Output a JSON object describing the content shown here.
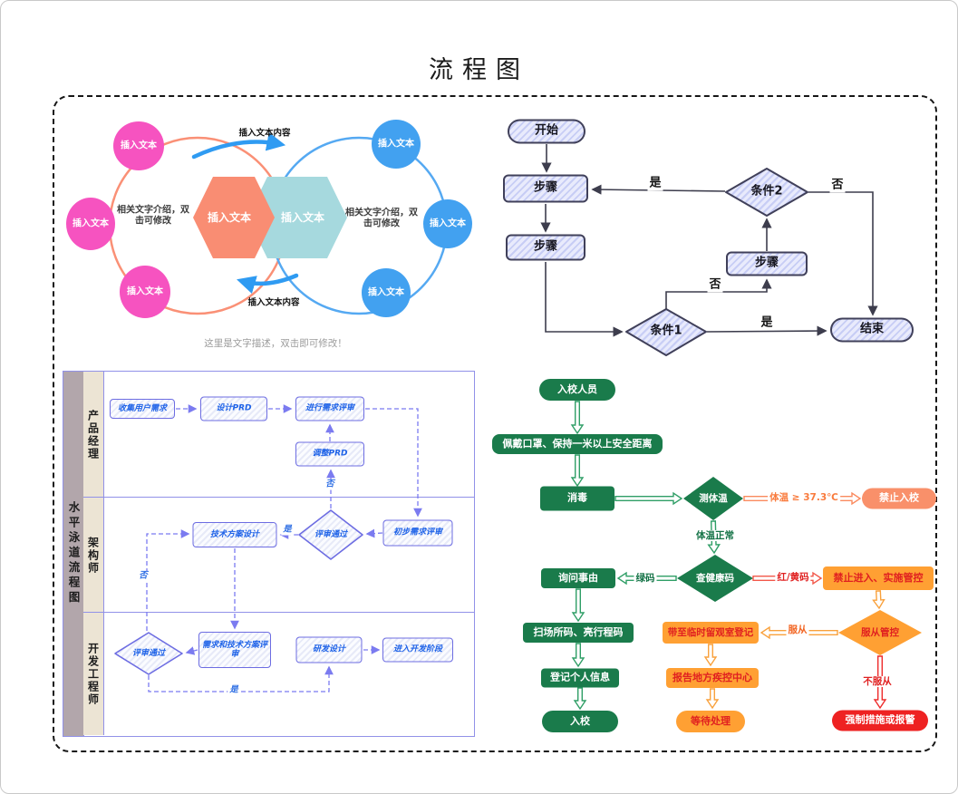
{
  "page": {
    "title": "流程图"
  },
  "venn": {
    "left_circles": [
      "插入文本",
      "插入文本",
      "插入文本"
    ],
    "right_circles": [
      "插入文本",
      "插入文本",
      "插入文本"
    ],
    "hex_left": "插入文本",
    "hex_right": "插入文本",
    "left_desc": "相关文字介绍，双击可修改",
    "right_desc": "相关文字介绍，双击可修改",
    "top_arrow_label": "插入文本内容",
    "bottom_arrow_label": "插入文本内容",
    "caption": "这里是文字描述，双击即可修改！",
    "colors": {
      "pink": "#f653c0",
      "salmon": "#f98d73",
      "teal": "#a6d9de",
      "blue": "#42a1f0"
    }
  },
  "purple_flow": {
    "start": "开始",
    "step1": "步骤",
    "step2": "步骤",
    "step3": "步骤",
    "cond1": "条件1",
    "cond2": "条件2",
    "end": "结束",
    "yes": "是",
    "no": "否",
    "colors": {
      "fill": "#d5daf8",
      "border": "#40405a"
    }
  },
  "swimlane": {
    "title": "水平泳道流程图",
    "lanes": [
      "产品经理",
      "架构师",
      "开发工程师"
    ],
    "nodes": {
      "collect": "收集用户需求",
      "design_prd": "设计PRD",
      "req_review": "进行需求评审",
      "adjust_prd": "调整PRD",
      "tech_design": "技术方案设计",
      "review_pass2": "评审通过",
      "initial_review": "初步需求评审",
      "req_tech_review": "需求和技术方案评审",
      "review_pass3": "评审通过",
      "rd_design": "研发设计",
      "enter_dev": "进入开发阶段"
    },
    "yes": "是",
    "no": "否",
    "colors": {
      "border": "#6d6de2",
      "text": "#1f63e8",
      "titlebar": "#b2a6ab",
      "lane": "#ece4d4"
    }
  },
  "covid": {
    "nodes": {
      "enter_person": "入校人员",
      "mask": "佩戴口罩、保持一米以上安全距离",
      "disinfect": "消毒",
      "temp_check": "测体温",
      "no_entry": "禁止入校",
      "health_code": "查健康码",
      "ask_reason": "询问事由",
      "scan_code": "扫场所码、亮行程码",
      "register": "登记个人信息",
      "enter": "入校",
      "forbid_control": "禁止进入、实施管控",
      "obey_control": "服从管控",
      "temp_room": "带至临时留观室登记",
      "report_cdc": "报告地方疾控中心",
      "wait": "等待处理",
      "force": "强制措施或报警"
    },
    "labels": {
      "temp_normal": "体温正常",
      "temp_high": "体温 ≥ 37.3℃",
      "green_code": "绿码",
      "red_yellow": "红/黄码",
      "obey": "服从",
      "disobey": "不服从"
    },
    "colors": {
      "green": "#1a7b4b",
      "orange": "#ffa033",
      "light_orange": "#f9906a",
      "red": "#ee2222"
    }
  }
}
